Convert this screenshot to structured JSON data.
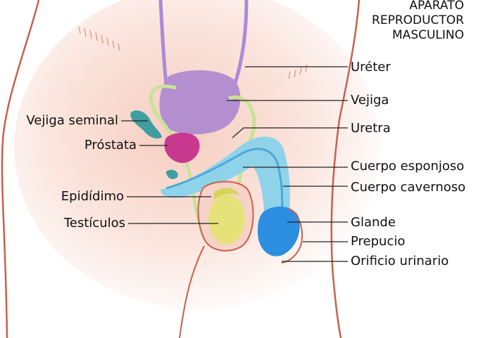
{
  "title": [
    "APARATO",
    "REPRODUCTOR",
    "MASCULINO"
  ],
  "labels": {
    "ureter": "Uréter",
    "vejiga": "Vejiga",
    "uretra": "Uretra",
    "cuerpo_esponjoso": "Cuerpo esponjoso",
    "cuerpo_cavernoso": "Cuerpo cavernoso",
    "glande": "Glande",
    "prepucio": "Prepucio",
    "orificio_urinario": "Orificio urinario",
    "vejiga_seminal": "Vejiga seminal",
    "prostata": "Próstata",
    "epididimo": "Epidídimo",
    "testiculos": "Testículos"
  },
  "colors": {
    "body_outline": "#c8604e",
    "skin": "#f7d9cf",
    "bladder": "#b48fd0",
    "vas_deferens": "#c9e29a",
    "prostate": "#c8388e",
    "seminal_vesicle": "#3f9ea0",
    "urethra": "#8fd3ea",
    "glans": "#2b8ee0",
    "testicle": "#e6e27a",
    "ureter": "#a98bd6"
  }
}
